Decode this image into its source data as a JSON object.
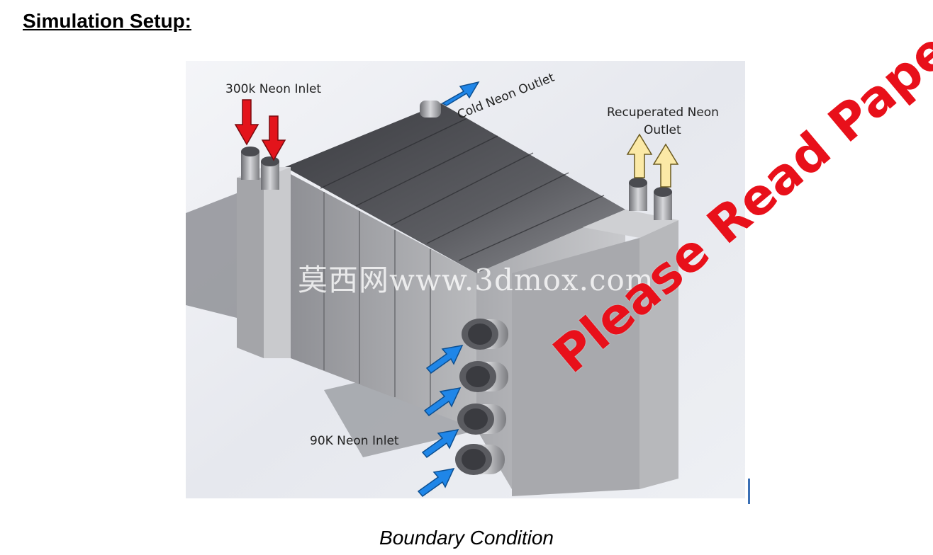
{
  "heading": "Simulation Setup:",
  "caption": "Boundary Condition",
  "figure": {
    "labels": {
      "hot_inlet": "300k Neon Inlet",
      "cold_outlet": "Cold Neon Outlet",
      "recup_outlet_line1": "Recuperated Neon",
      "recup_outlet_line2": "Outlet",
      "cold_inlet": "90K Neon Inlet"
    },
    "colors": {
      "hot_arrow": "#e3141b",
      "cold_arrow": "#1f86e8",
      "recup_arrow": "#fbe9a6"
    }
  },
  "watermark": "莫西网www.3dmox.com",
  "stamp": "Please Read Paper"
}
